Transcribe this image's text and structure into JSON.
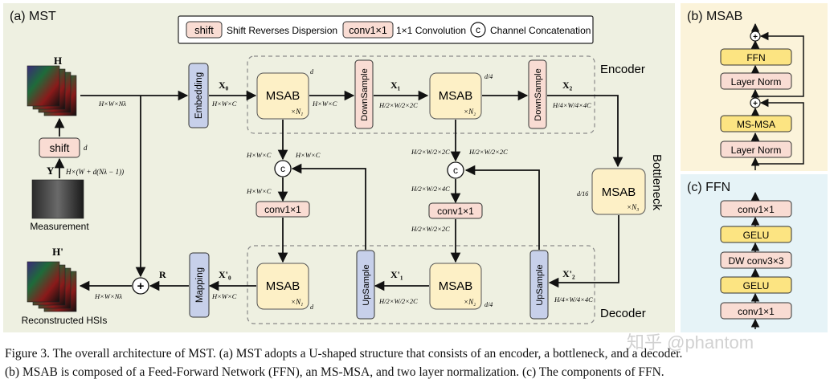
{
  "colors": {
    "mst_bg": "#eef0e1",
    "msab_bg": "#fbf3da",
    "ffn_bg": "#e6f3f7",
    "msab_block": "#fdf0c6",
    "pink_block": "#f9dcd3",
    "blue_block": "#c7d0ea",
    "yellow_block": "#fce482"
  },
  "mst": {
    "title": "(a) MST",
    "legend": {
      "shift_box": "shift",
      "shift_desc": "Shift  Reverses Dispersion",
      "conv_box": "conv1×1",
      "conv_desc": "1×1 Convolution",
      "concat_symbol": "c",
      "concat_desc": "Channel Concatenation"
    },
    "encoder_label": "Encoder",
    "decoder_label": "Decoder",
    "bottleneck_label": "Bottleneck",
    "input_label": "H",
    "output_label": "H'",
    "measurement_label": "Measurement",
    "reconstructed_label": "Reconstructed HSIs",
    "shift_label": "shift",
    "shift_d": "d",
    "y_label": "Y",
    "y_dim": "H×(W + d(Nλ − 1))",
    "embedding_label": "Embedding",
    "mapping_label": "Mapping",
    "downsample_label": "DownSample",
    "upsample_label": "UpSample",
    "msab_label": "MSAB",
    "conv_label": "conv1×1",
    "concat_label": "c",
    "r_label": "R",
    "plus": "+",
    "n1": "×N₁",
    "n2": "×N₂",
    "n3": "×N₃",
    "x0": "X₀",
    "x1": "X₁",
    "x2": "X₂",
    "x0p": "X'₀",
    "x1p": "X'₁",
    "x2p": "X'₂",
    "dim_hwn": "H×W×Nλ",
    "dim_hwc": "H×W×C",
    "dim_half": "H/2×W/2×2C",
    "dim_quarter": "H/4×W/4×4C",
    "dim_half_4c": "H/2×W/2×4C",
    "d": "d",
    "d4": "d/4",
    "d16": "d/16"
  },
  "msab": {
    "title": "(b) MSAB",
    "blocks": [
      "FFN",
      "Layer Norm",
      "MS-MSA",
      "Layer Norm"
    ]
  },
  "ffn": {
    "title": "(c) FFN",
    "blocks": [
      "conv1×1",
      "GELU",
      "DW conv3×3",
      "GELU",
      "conv1×1"
    ]
  },
  "watermark": "知乎 @phantom",
  "caption": {
    "line1": "Figure 3. The overall architecture of MST. (a) MST adopts a U-shaped structure that consists of an encoder, a bottleneck, and a decoder.",
    "line2": "(b) MSAB is composed of a Feed-Forward Network (FFN), an MS-MSA, and two layer normalization. (c) The components of FFN."
  }
}
